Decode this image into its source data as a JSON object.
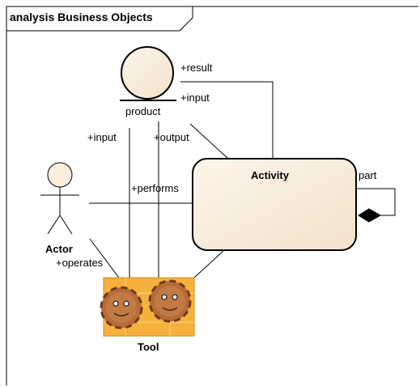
{
  "frame": {
    "title": "analysis Business Objects"
  },
  "nodes": {
    "product": {
      "label": "product"
    },
    "activity": {
      "label": "Activity"
    },
    "actor": {
      "label": "Actor"
    },
    "tool": {
      "label": "Tool"
    }
  },
  "roles": {
    "result": "+result",
    "product_input": "+input",
    "tool_input": "+input",
    "output": "+output",
    "performs": "+performs",
    "operates": "+operates",
    "part": "part"
  },
  "colors": {
    "element_fill": "#fbeedd",
    "tool_fill": "#f5b13b",
    "gear_fill": "#b86b38",
    "line": "#000000"
  }
}
